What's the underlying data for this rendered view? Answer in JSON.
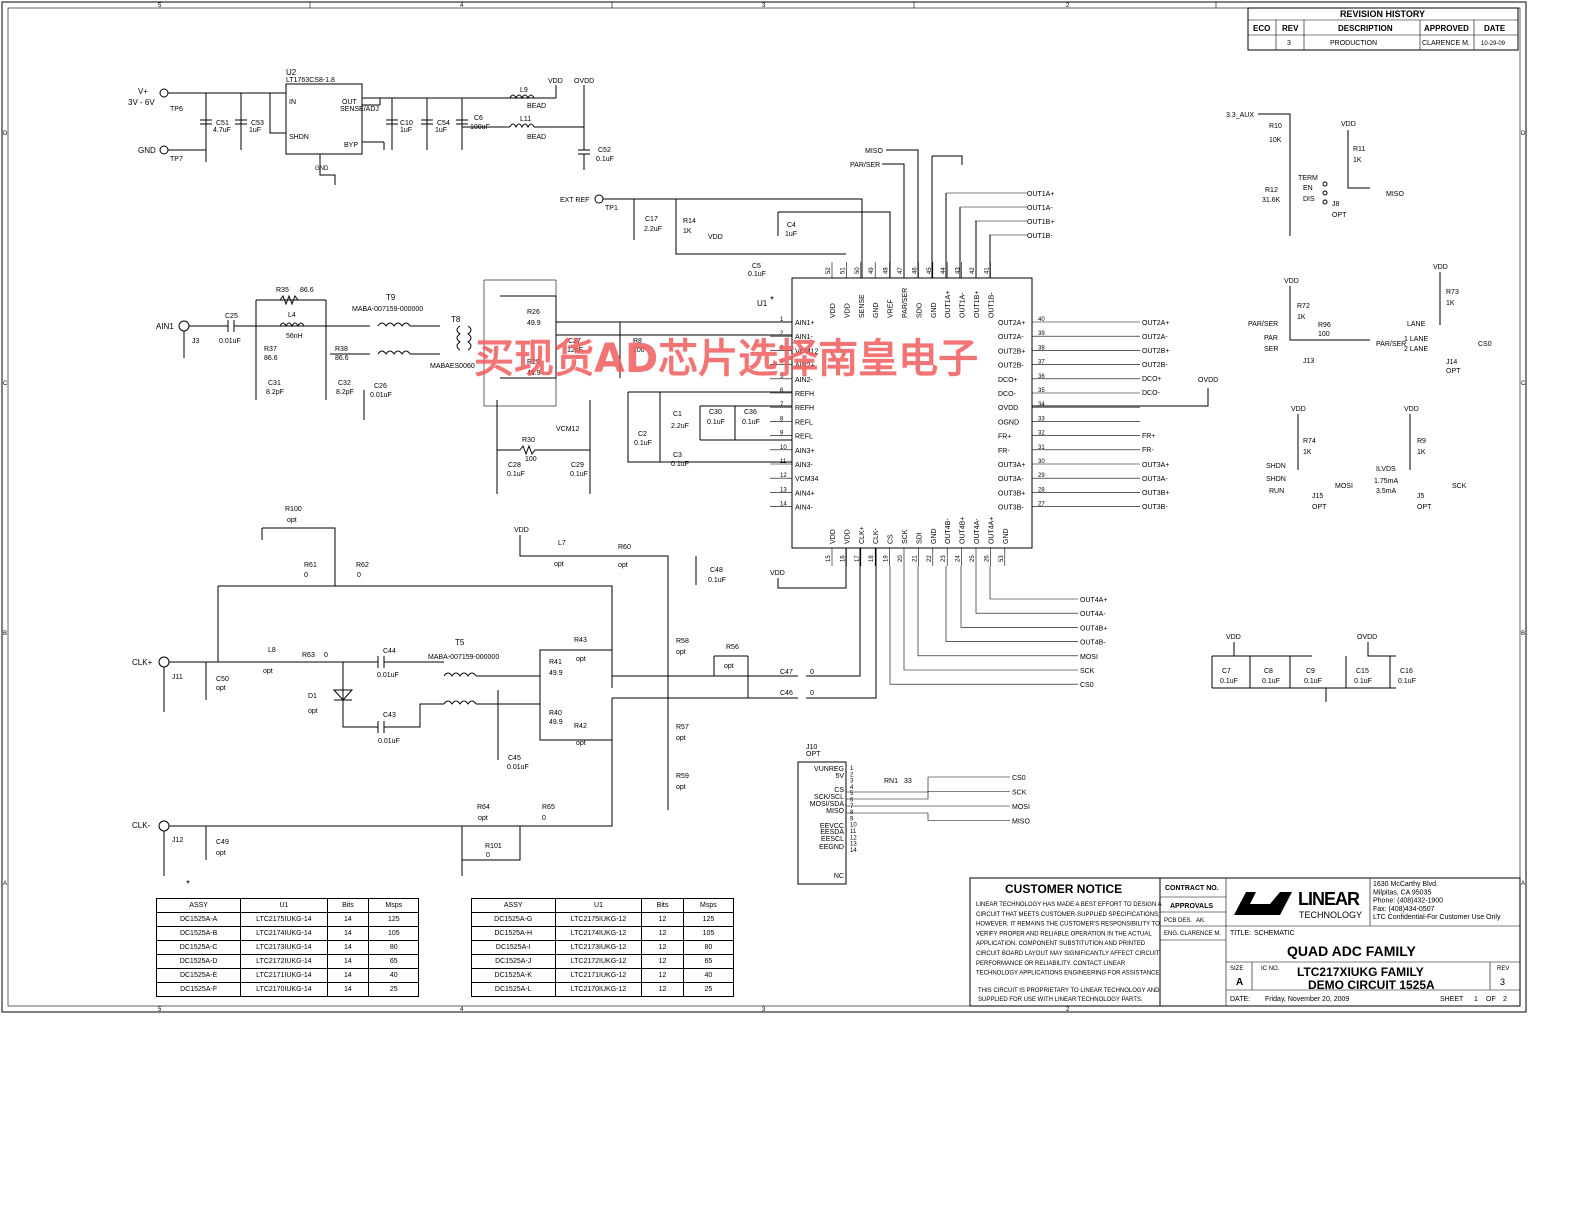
{
  "watermark": "买现货AD芯片选择南皇电子",
  "revision": {
    "title": "REVISION HISTORY",
    "headers": [
      "ECO",
      "REV",
      "DESCRIPTION",
      "APPROVED",
      "DATE"
    ],
    "row": [
      "",
      "3",
      "PRODUCTION",
      "CLARENCE M.",
      "10-29-09"
    ]
  },
  "border": {
    "top_cols": [
      "5",
      "4",
      "3",
      "2"
    ],
    "side_rows": [
      "D",
      "C",
      "B",
      "A"
    ]
  },
  "power": {
    "u2": "U2",
    "u2_part": "LT1763CS8-1.8",
    "vplus": "V+",
    "vrange": "3V - 6V",
    "gnd": "GND",
    "tp6": "TP6",
    "tp7": "TP7",
    "pins": [
      "IN",
      "SHDN",
      "OUT",
      "SENSE/ADJ",
      "BYP",
      "GND"
    ],
    "caps": [
      "C51",
      "4.7uF",
      "C53",
      "1uF",
      "C10",
      "1uF",
      "C54",
      "1uF",
      "C6",
      "100uF",
      "C52",
      "0.1uF"
    ],
    "beads": [
      "L9",
      "BEAD",
      "L11",
      "BEAD"
    ],
    "vdd": "VDD",
    "ovdd": "OVDD"
  },
  "ain": {
    "label": "AIN1",
    "j3": "J3",
    "c25": "C25",
    "c25v": "0.01uF",
    "r35": "R35",
    "r35v": "86.6",
    "l4": "L4",
    "l4v": "56nH",
    "r37": "R37",
    "r37v": "86.6",
    "r38": "R38",
    "r38v": "86.6",
    "c31": "C31",
    "c31v": "8.2pF",
    "c32": "C32",
    "c32v": "8.2pF",
    "c26": "C26",
    "c26v": "0.01uF",
    "t9": "T9",
    "t9p": "MABA-007159-000000",
    "t8": "T8",
    "t8p": "MABAES0060",
    "r26": "R26",
    "r26v": "49.9",
    "r29": "R29",
    "r29v": "49.9",
    "c27": "C27",
    "c27v": "12pF",
    "r8": "R8",
    "r8v": "100",
    "r30": "R30",
    "r30v": "100",
    "c28": "C28",
    "c28v": "0.1uF",
    "c29": "C29",
    "c29v": "0.1uF"
  },
  "adc": {
    "ref": "U1",
    "star": "*",
    "extref": "EXT REF",
    "tp1": "TP1",
    "c17": "C17",
    "c17v": "2.2uF",
    "r14": "R14",
    "r14v": "1K",
    "c4": "C4",
    "c4v": "1uF",
    "c5": "C5",
    "c5v": "0.1uF",
    "left_pins": [
      [
        "1",
        "AIN1+"
      ],
      [
        "2",
        "AIN1-"
      ],
      [
        "3",
        "VCM12"
      ],
      [
        "4",
        "AIN2+"
      ],
      [
        "5",
        "AIN2-"
      ],
      [
        "6",
        "REFH"
      ],
      [
        "7",
        "REFH"
      ],
      [
        "8",
        "REFL"
      ],
      [
        "9",
        "REFL"
      ],
      [
        "10",
        "AIN3+"
      ],
      [
        "11",
        "AIN3-"
      ],
      [
        "12",
        "VCM34"
      ],
      [
        "13",
        "AIN4+"
      ],
      [
        "14",
        "AIN4-"
      ]
    ],
    "right_pins": [
      [
        "40",
        "OUT2A+"
      ],
      [
        "39",
        "OUT2A-"
      ],
      [
        "38",
        "OUT2B+"
      ],
      [
        "37",
        "OUT2B-"
      ],
      [
        "36",
        "DCO+"
      ],
      [
        "35",
        "DCO-"
      ],
      [
        "34",
        "OVDD"
      ],
      [
        "33",
        "OGND"
      ],
      [
        "32",
        "FR+"
      ],
      [
        "31",
        "FR-"
      ],
      [
        "30",
        "OUT3A+"
      ],
      [
        "29",
        "OUT3A-"
      ],
      [
        "28",
        "OUT3B+"
      ],
      [
        "27",
        "OUT3B-"
      ]
    ],
    "top_pins": [
      [
        "52",
        "VDD"
      ],
      [
        "51",
        "VDD"
      ],
      [
        "50",
        "SENSE"
      ],
      [
        "49",
        "GND"
      ],
      [
        "48",
        "VREF"
      ],
      [
        "47",
        "PAR/SER"
      ],
      [
        "46",
        "SDO"
      ],
      [
        "45",
        "GND"
      ],
      [
        "44",
        "OUT1A+"
      ],
      [
        "43",
        "OUT1A-"
      ],
      [
        "42",
        "OUT1B+"
      ],
      [
        "41",
        "OUT1B-"
      ]
    ],
    "bottom_pins": [
      [
        "15",
        "VDD"
      ],
      [
        "16",
        "VDD"
      ],
      [
        "17",
        "CLK+"
      ],
      [
        "18",
        "CLK-"
      ],
      [
        "19",
        "CS"
      ],
      [
        "20",
        "SCK"
      ],
      [
        "21",
        "SDI"
      ],
      [
        "22",
        "GND"
      ],
      [
        "23",
        "OUT4B-"
      ],
      [
        "24",
        "OUT4B+"
      ],
      [
        "25",
        "OUT4A-"
      ],
      [
        "26",
        "OUT4A+"
      ],
      [
        "53",
        "GND"
      ]
    ],
    "top_offpage": [
      "OUT1A+",
      "OUT1A-",
      "OUT1B+",
      "OUT1B-"
    ],
    "right_offpage": [
      "OUT2A+",
      "OUT2A-",
      "OUT2B+",
      "OUT2B-",
      "DCO+",
      "DCO-",
      "FR+",
      "FR-",
      "OUT3A+",
      "OUT3A-",
      "OUT3B+",
      "OUT3B-"
    ],
    "bottom_offpage": [
      "OUT4A+",
      "OUT4A-",
      "OUT4B+",
      "OUT4B-",
      "MOSI",
      "SCK",
      "CS0"
    ],
    "misc": [
      "MISO",
      "PAR/SER",
      "VCM12",
      "C2",
      "0.1uF",
      "C1",
      "2.2uF",
      "C30",
      "0.1uF",
      "C36",
      "0.1uF",
      "C3",
      "0.1uF",
      "C48",
      "0.1uF",
      "OVDD",
      "VDD"
    ]
  },
  "clock": {
    "r100": "R100",
    "r100v": "opt",
    "r61": "R61",
    "r61v": "0",
    "r62": "R62",
    "r62v": "0",
    "l7": "L7",
    "l7v": "opt",
    "r60": "R60",
    "r60v": "opt",
    "vdd": "VDD",
    "clkp": "CLK+",
    "j11": "J11",
    "c50": "C50",
    "c50v": "opt",
    "l8": "L8",
    "l8v": "opt",
    "r63": "R63",
    "r63v": "0",
    "d1": "D1",
    "d1v": "opt",
    "c44": "C44",
    "c44v": "0.01uF",
    "c43": "C43",
    "c43v": "0.01uF",
    "t5": "T5",
    "t5p": "MABA-007159-000000",
    "r41": "R41",
    "r41v": "49.9",
    "r40": "R40",
    "r40v": "49.9",
    "r43": "R43",
    "r43v": "opt",
    "r42": "R42",
    "r42v": "opt",
    "r58": "R58",
    "r58v": "opt",
    "r56": "R56",
    "r56v": "opt",
    "r57": "R57",
    "r57v": "opt",
    "r59": "R59",
    "r59v": "opt",
    "c47": "C47",
    "c47v": "0",
    "c46": "C46",
    "c46v": "0",
    "c45": "C45",
    "c45v": "0.01uF",
    "clkm": "CLK-",
    "j12": "J12",
    "c49": "C49",
    "c49v": "opt",
    "r64": "R64",
    "r64v": "opt",
    "r65": "R65",
    "r65v": "0",
    "r101": "R101",
    "r101v": "0",
    "star": "*"
  },
  "j10": {
    "ref": "J10",
    "opt": "OPT",
    "pins": [
      "VUNREG",
      "5V",
      "CS",
      "SCK/SCL",
      "MOSI/SDA",
      "MISO",
      "EEVCC",
      "EESDA",
      "EESCL",
      "EEGND",
      "NC"
    ],
    "nums": [
      "1",
      "2",
      "3",
      "4",
      "5",
      "6",
      "7",
      "8",
      "9",
      "10",
      "11",
      "12",
      "13",
      "14"
    ],
    "rn1": "RN1",
    "rn1v": "33",
    "outs": [
      "CS0",
      "SCK",
      "MOSI",
      "MISO"
    ]
  },
  "jumpers": {
    "aux": "3.3_AUX",
    "vdd": "VDD",
    "r10": "R10",
    "r10v": "10K",
    "r11": "R11",
    "r11v": "1K",
    "r12": "R12",
    "r12v": "31.6K",
    "j8": [
      "TERM",
      "EN",
      "DIS",
      "J8",
      "OPT",
      "MISO"
    ],
    "r72": "R72",
    "r72v": "1K",
    "r96": "R96",
    "r96v": "100",
    "j13": [
      "PAR/SER",
      "PAR",
      "SER",
      "J13",
      "PAR/SER"
    ],
    "r73": "R73",
    "r73v": "1K",
    "j14": [
      "LANE",
      "1 LANE",
      "2 LANE",
      "J14",
      "OPT",
      "CS0"
    ],
    "r74": "R74",
    "r74v": "1K",
    "j15": [
      "SHDN",
      "SHDN",
      "RUN",
      "J15",
      "OPT",
      "MOSI"
    ],
    "r9": "R9",
    "r9v": "1K",
    "j5": [
      "ILVDS",
      "1.75mA",
      "3.5mA",
      "J5",
      "OPT",
      "SCK"
    ],
    "pin_nums": [
      "1",
      "2",
      "3"
    ]
  },
  "decoupling": {
    "vdd": "VDD",
    "ovdd": "OVDD",
    "caps": [
      [
        "C7",
        "0.1uF"
      ],
      [
        "C8",
        "0.1uF"
      ],
      [
        "C9",
        "0.1uF"
      ],
      [
        "C15",
        "0.1uF"
      ],
      [
        "C16",
        "0.1uF"
      ]
    ]
  },
  "assy_table": {
    "headers": [
      "ASSY",
      "U1",
      "Bits",
      "Msps",
      "ASSY",
      "U1",
      "Bits",
      "Msps"
    ],
    "rows": [
      [
        "DC1525A-A",
        "LTC2175IUKG-14",
        "14",
        "125",
        "DC1525A-G",
        "LTC2175IUKG-12",
        "12",
        "125"
      ],
      [
        "DC1525A-B",
        "LTC2174IUKG-14",
        "14",
        "105",
        "DC1525A-H",
        "LTC2174IUKG-12",
        "12",
        "105"
      ],
      [
        "DC1525A-C",
        "LTC2173IUKG-14",
        "14",
        "80",
        "DC1525A-I",
        "LTC2173IUKG-12",
        "12",
        "80"
      ],
      [
        "DC1525A-D",
        "LTC2172IUKG-14",
        "14",
        "65",
        "DC1525A-J",
        "LTC2172IUKG-12",
        "12",
        "65"
      ],
      [
        "DC1525A-E",
        "LTC2171IUKG-14",
        "14",
        "40",
        "DC1525A-K",
        "LTC2171IUKG-12",
        "12",
        "40"
      ],
      [
        "DC1525A-F",
        "LTC2170IUKG-14",
        "14",
        "25",
        "DC1525A-L",
        "LTC2170IUKG-12",
        "12",
        "25"
      ]
    ]
  },
  "notice": {
    "title": "CUSTOMER NOTICE",
    "lines": [
      "LINEAR TECHNOLOGY HAS MADE A BEST EFFORT TO DESIGN A",
      "CIRCUIT THAT MEETS CUSTOMER-SUPPLIED SPECIFICATIONS;",
      "HOWEVER, IT REMAINS THE CUSTOMER'S RESPONSIBILITY TO",
      "VERIFY PROPER AND RELIABLE OPERATION IN THE ACTUAL",
      "APPLICATION. COMPONENT SUBSTITUTION AND PRINTED",
      "CIRCUIT BOARD LAYOUT MAY SIGNIFICANTLY AFFECT CIRCUIT",
      "PERFORMANCE OR RELIABILITY. CONTACT LINEAR",
      "TECHNOLOGY APPLICATIONS ENGINEERING FOR ASSISTANCE."
    ],
    "prop1": "THIS CIRCUIT IS PROPRIETARY TO LINEAR TECHNOLOGY AND",
    "prop2": "SUPPLIED FOR USE WITH LINEAR TECHNOLOGY PARTS."
  },
  "title_block": {
    "contract": "CONTRACT NO.",
    "approvals": "APPROVALS",
    "pcb": "PCB DES.",
    "pcb_v": "AK.",
    "eng": "ENG.",
    "eng_v": "CLARENCE M.",
    "logo1": "LINEAR",
    "logo2": "TECHNOLOGY",
    "addr": [
      "1630 McCarthy Blvd.",
      "Milpitas, CA 95035",
      "Phone: (408)432-1900",
      "Fax: (408)434-0507",
      "LTC Confidential-For Customer Use Only"
    ],
    "title_lbl": "TITLE:",
    "title_v": "SCHEMATIC",
    "family": "QUAD ADC FAMILY",
    "size_lbl": "SIZE",
    "size_v": "A",
    "icno": "IC NO.",
    "ic1": "LTC217XIUKG FAMILY",
    "ic2": "DEMO CIRCUIT 1525A",
    "rev_lbl": "REV",
    "rev_v": "3",
    "date_lbl": "DATE:",
    "date_v": "Friday, November 20, 2009",
    "sheet_lbl": "SHEET",
    "sheet_v": "1",
    "of": "OF",
    "of_v": "2"
  }
}
